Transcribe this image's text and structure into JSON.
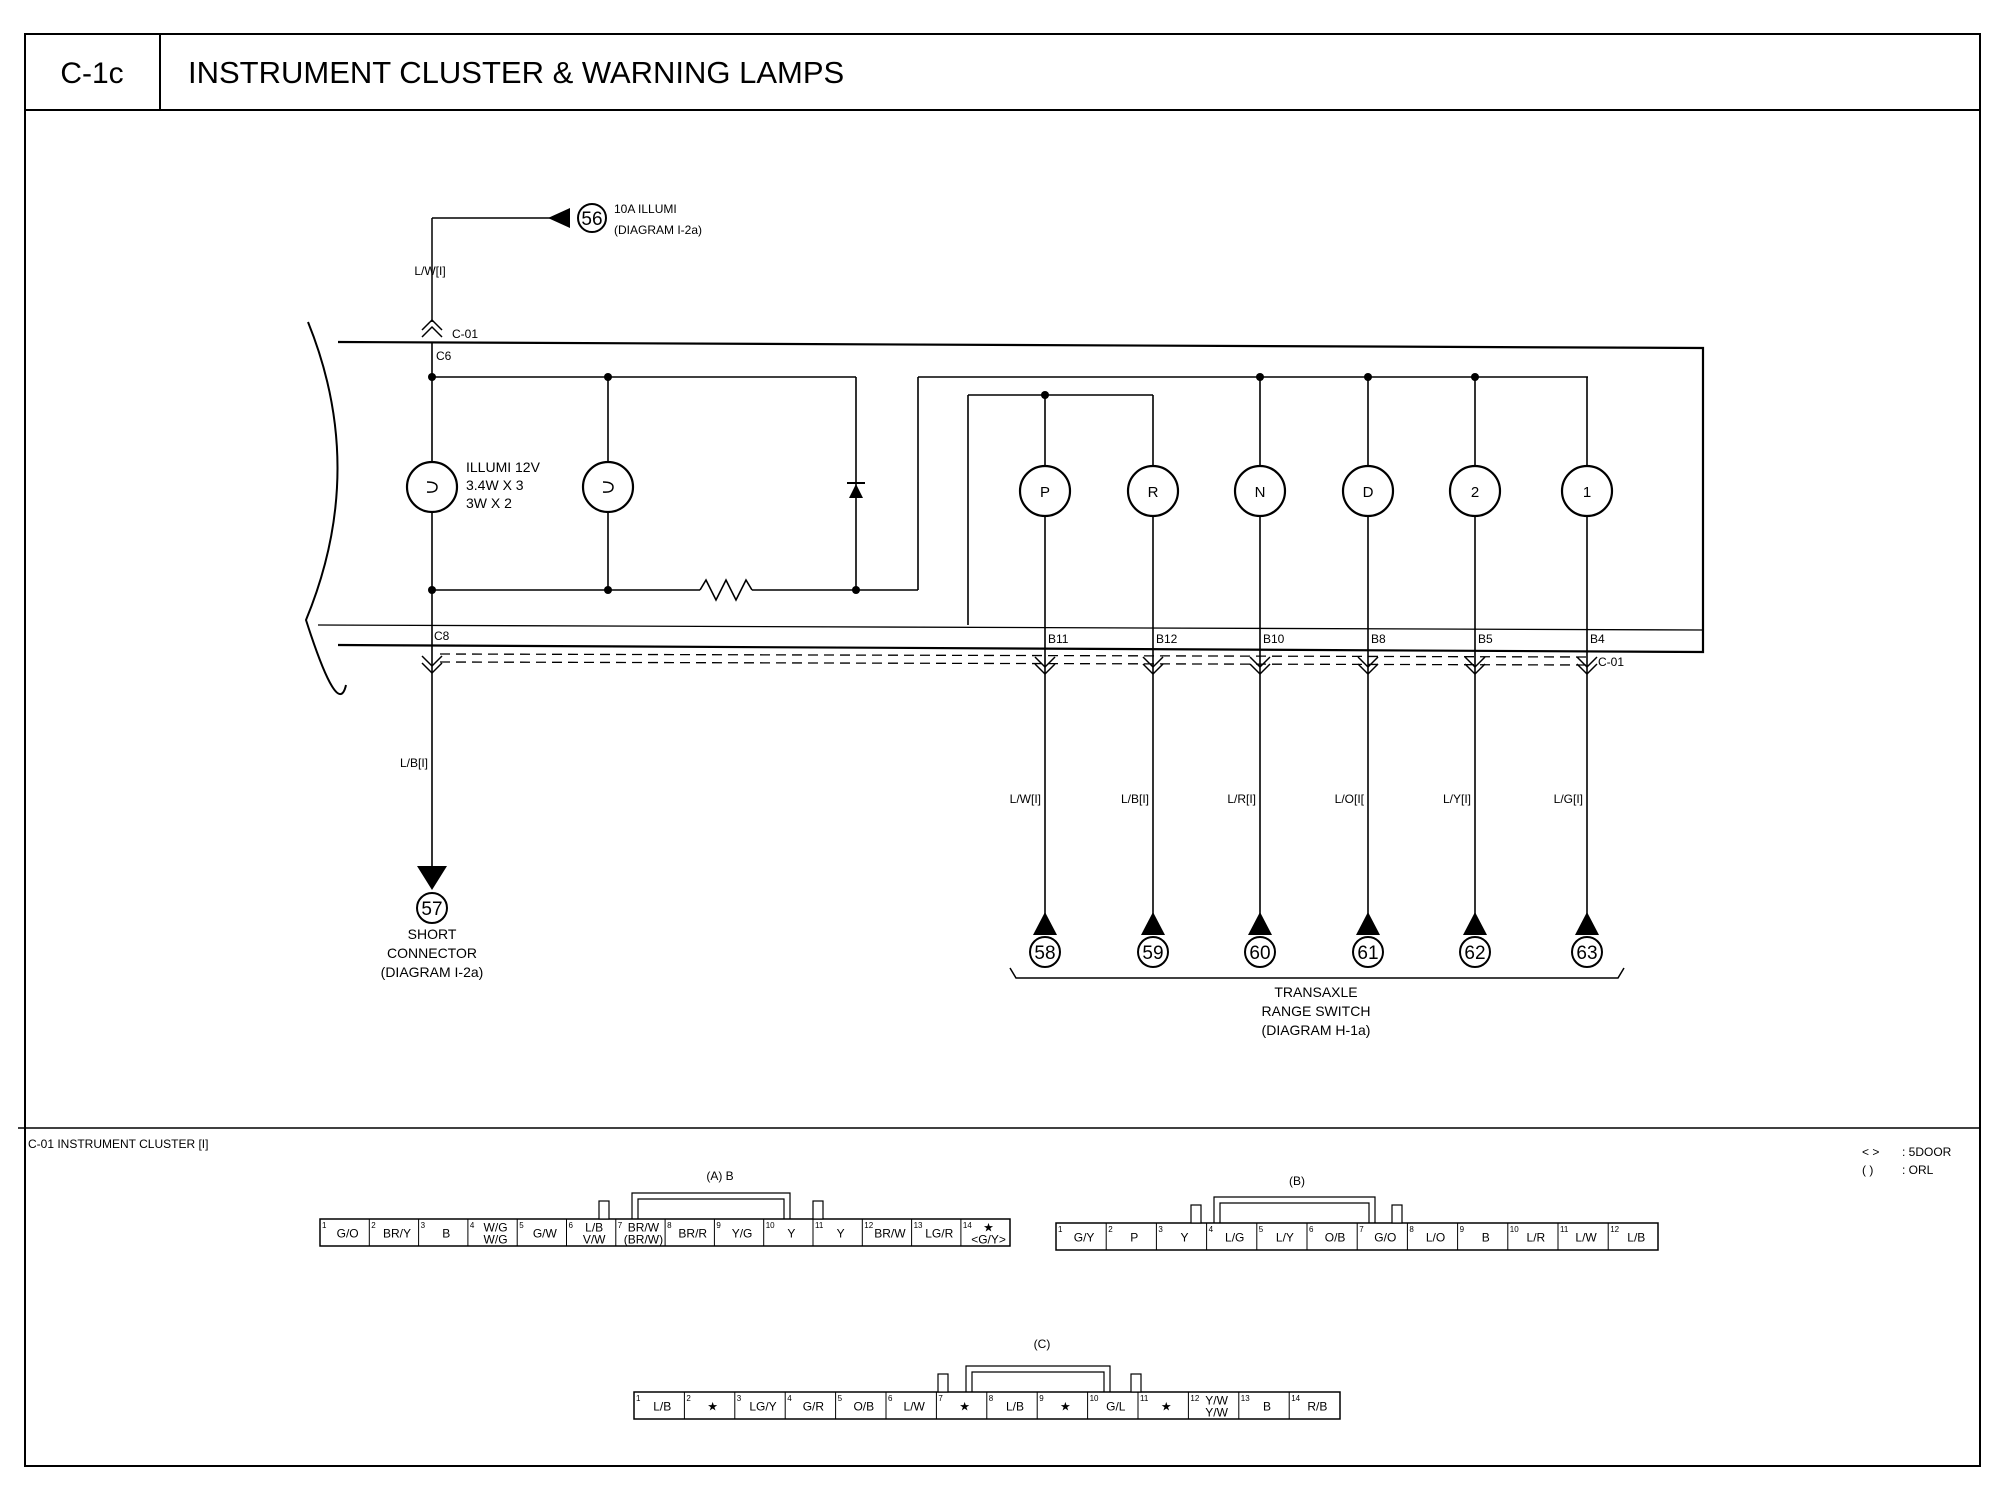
{
  "header": {
    "code": "C-1c",
    "title": "INSTRUMENT CLUSTER & WARNING LAMPS"
  },
  "top_source": {
    "num": "56",
    "line1": "10A ILLUMI",
    "line2": "(DIAGRAM I-2a)"
  },
  "wire_top": "L/W[I]",
  "connector_top": "C-01",
  "pin_c6": "C6",
  "pin_c8": "C8",
  "lamp_spec": [
    "ILLUMI 12V",
    "3.4W X 3",
    "3W X 2"
  ],
  "lamps": [
    {
      "letter": "P",
      "pin": "B11",
      "wire": "L/W[I]",
      "num": "58"
    },
    {
      "letter": "R",
      "pin": "B12",
      "wire": "L/B[I]",
      "num": "59"
    },
    {
      "letter": "N",
      "pin": "B10",
      "wire": "L/R[I]",
      "num": "60"
    },
    {
      "letter": "D",
      "pin": "B8",
      "wire": "L/O[I[",
      "num": "61"
    },
    {
      "letter": "2",
      "pin": "B5",
      "wire": "L/Y[I]",
      "num": "62"
    },
    {
      "letter": "1",
      "pin": "B4",
      "wire": "L/G[I]",
      "num": "63"
    }
  ],
  "connector_right": "C-01",
  "left_wire": "L/B[I]",
  "short_connector": {
    "num": "57",
    "line1": "SHORT",
    "line2": "CONNECTOR",
    "line3": "(DIAGRAM I-2a)"
  },
  "transaxle": {
    "line1": "TRANSAXLE",
    "line2": "RANGE SWITCH",
    "line3": "(DIAGRAM H-1a)"
  },
  "connector_panel": {
    "title": "C-01 INSTRUMENT CLUSTER [I]",
    "legend": [
      {
        "sym": "< >",
        "text": ": 5DOOR"
      },
      {
        "sym": "(   )",
        "text": ": ORL"
      }
    ],
    "A": {
      "label": "(A) B",
      "pins": [
        {
          "n": "1",
          "c": [
            "G/O"
          ]
        },
        {
          "n": "2",
          "c": [
            "BR/Y"
          ]
        },
        {
          "n": "3",
          "c": [
            "B"
          ]
        },
        {
          "n": "4",
          "c": [
            "W/G",
            "W/G"
          ]
        },
        {
          "n": "5",
          "c": [
            "G/W"
          ]
        },
        {
          "n": "6",
          "c": [
            "L/B",
            "V/W"
          ]
        },
        {
          "n": "7",
          "c": [
            "BR/W",
            "(BR/W)"
          ]
        },
        {
          "n": "8",
          "c": [
            "BR/R"
          ]
        },
        {
          "n": "9",
          "c": [
            "Y/G"
          ]
        },
        {
          "n": "10",
          "c": [
            "Y"
          ]
        },
        {
          "n": "11",
          "c": [
            "Y"
          ]
        },
        {
          "n": "12",
          "c": [
            "BR/W"
          ]
        },
        {
          "n": "13",
          "c": [
            "LG/R"
          ]
        },
        {
          "n": "14",
          "c": [
            "★",
            "<G/Y>"
          ]
        }
      ]
    },
    "B": {
      "label": "(B)",
      "pins": [
        {
          "n": "1",
          "c": [
            "G/Y"
          ]
        },
        {
          "n": "2",
          "c": [
            "P"
          ]
        },
        {
          "n": "3",
          "c": [
            "Y"
          ]
        },
        {
          "n": "4",
          "c": [
            "L/G"
          ]
        },
        {
          "n": "5",
          "c": [
            "L/Y"
          ]
        },
        {
          "n": "6",
          "c": [
            "O/B"
          ]
        },
        {
          "n": "7",
          "c": [
            "G/O"
          ]
        },
        {
          "n": "8",
          "c": [
            "L/O"
          ]
        },
        {
          "n": "9",
          "c": [
            "B"
          ]
        },
        {
          "n": "10",
          "c": [
            "L/R"
          ]
        },
        {
          "n": "11",
          "c": [
            "L/W"
          ]
        },
        {
          "n": "12",
          "c": [
            "L/B"
          ]
        }
      ]
    },
    "C": {
      "label": "(C)",
      "pins": [
        {
          "n": "1",
          "c": [
            "L/B"
          ]
        },
        {
          "n": "2",
          "c": [
            "★"
          ]
        },
        {
          "n": "3",
          "c": [
            "LG/Y"
          ]
        },
        {
          "n": "4",
          "c": [
            "G/R"
          ]
        },
        {
          "n": "5",
          "c": [
            "O/B"
          ]
        },
        {
          "n": "6",
          "c": [
            "L/W"
          ]
        },
        {
          "n": "7",
          "c": [
            "★"
          ]
        },
        {
          "n": "8",
          "c": [
            "L/B"
          ]
        },
        {
          "n": "9",
          "c": [
            "★"
          ]
        },
        {
          "n": "10",
          "c": [
            "G/L"
          ]
        },
        {
          "n": "11",
          "c": [
            "★"
          ]
        },
        {
          "n": "12",
          "c": [
            "Y/W",
            "Y/W"
          ]
        },
        {
          "n": "13",
          "c": [
            "B"
          ]
        },
        {
          "n": "14",
          "c": [
            "R/B"
          ]
        }
      ]
    }
  }
}
